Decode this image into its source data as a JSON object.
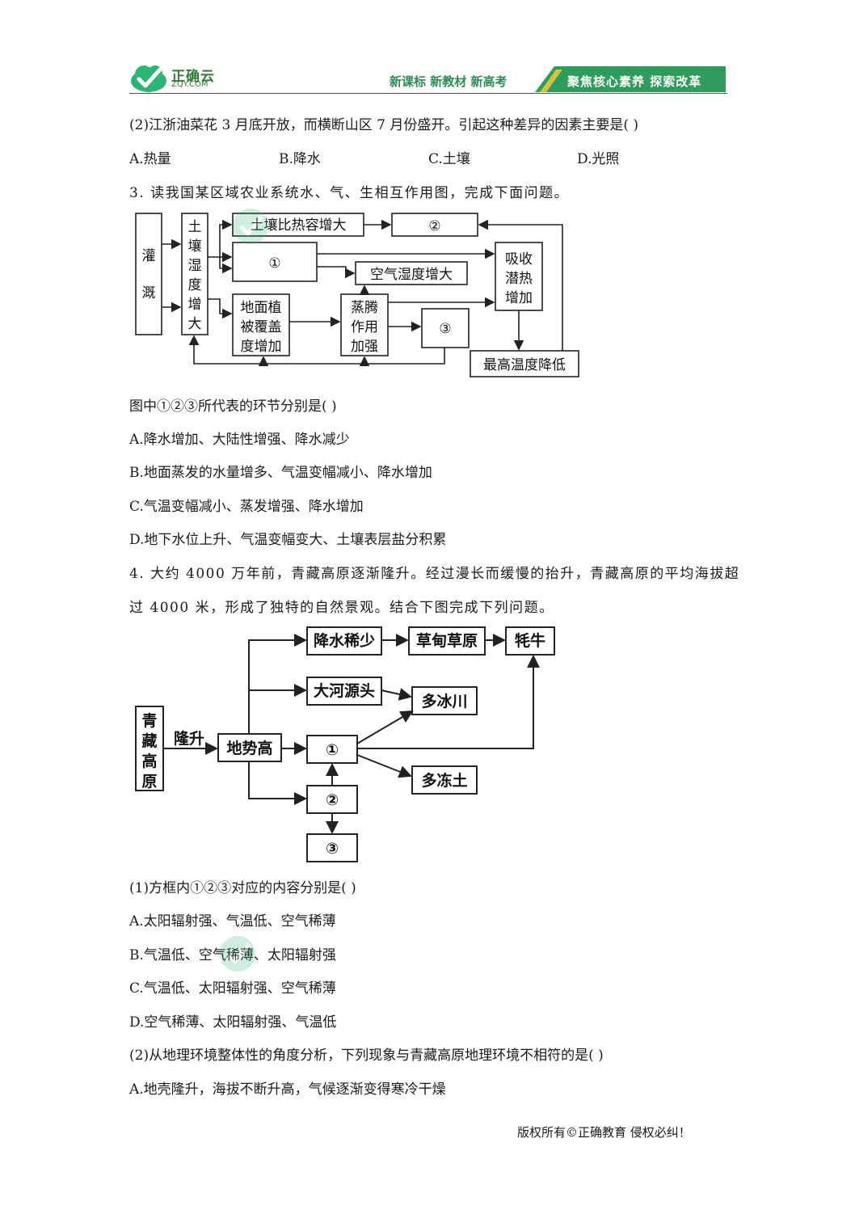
{
  "header": {
    "logo_name": "正确云",
    "logo_domain": "ZQY.COM",
    "slogan_left": "新课标  新教材  新高考",
    "slogan_right": "聚焦核心素养  探索改革"
  },
  "q2": {
    "stem": "(2)江浙油菜花 3 月底开放，而横断山区 7 月份盛开。引起这种差异的因素主要是(   )",
    "options": [
      "A.热量",
      "B.降水",
      "C.土壤",
      "D.光照"
    ]
  },
  "q3": {
    "intro": "3. 读我国某区域农业系统水、气、生相互作用图，完成下面问题。",
    "diagram": {
      "irrigation": [
        "灌",
        "溉"
      ],
      "soil_moisture": [
        "土",
        "壤",
        "湿",
        "度",
        "增",
        "大"
      ],
      "heat_capacity": "土壤比热容增大",
      "circle2": "②",
      "circle1": "①",
      "air_humidity": "空气湿度增大",
      "latent_heat": [
        "吸收",
        "潜热",
        "增加"
      ],
      "vegetation": [
        "地面植",
        "被覆盖",
        "度增加"
      ],
      "transpiration": [
        "蒸腾",
        "作用",
        "加强"
      ],
      "circle3": "③",
      "max_temp": "最高温度降低"
    },
    "question": "图中①②③所代表的环节分别是(      )",
    "options": [
      "A.降水增加、大陆性增强、降水减少",
      "B.地面蒸发的水量增多、气温变幅减小、降水增加",
      "C.气温变幅减小、蒸发增强、降水增加",
      "D.地下水位上升、气温变幅变大、土壤表层盐分积累"
    ]
  },
  "q4": {
    "intro_line1": "4. 大约 4000 万年前，青藏高原逐渐隆升。经过漫长而缓慢的抬升，青藏高原的平均海拔超",
    "intro_line2": "过 4000 米，形成了独特的自然景观。结合下图完成下列问题。",
    "diagram": {
      "plateau": [
        "青",
        "藏",
        "高",
        "原"
      ],
      "uplift": "隆升",
      "terrain": "地势高",
      "low_precip": "降水稀少",
      "meadow": "草甸草原",
      "yak": "牦牛",
      "river_source": "大河源头",
      "glacier": "多冰川",
      "circle1": "①",
      "permafrost": "多冻土",
      "circle2": "②",
      "circle3": "③"
    },
    "q1_stem": "(1)方框内①②③对应的内容分别是(      )",
    "q1_options": [
      "A.太阳辐射强、气温低、空气稀薄",
      "B.气温低、空气稀薄、太阳辐射强",
      "C.气温低、太阳辐射强、空气稀薄",
      "D.空气稀薄、太阳辐射强、气温低"
    ],
    "q2_stem": "(2)从地理环境整体性的角度分析，下列现象与青藏高原地理环境不相符的是(      )",
    "q2_option_a": "A.地壳隆升，海拔不断升高，气候逐渐变得寒冷干燥"
  },
  "footer": "版权所有©正确教育  侵权必纠！"
}
